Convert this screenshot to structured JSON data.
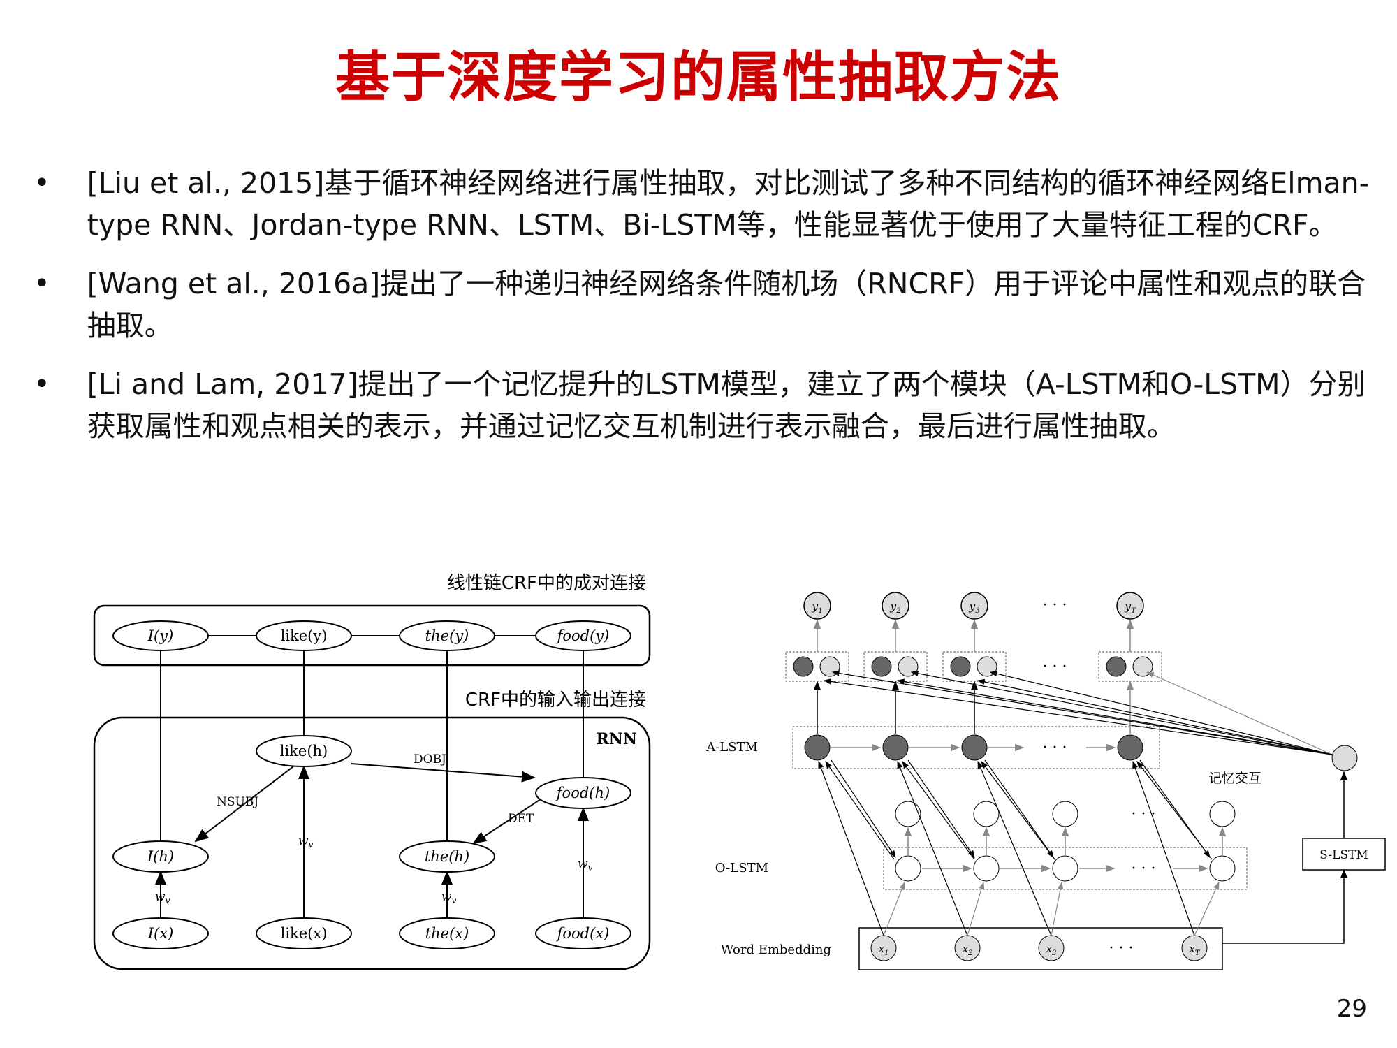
{
  "title": "基于深度学习的属性抽取方法",
  "bullets": [
    {
      "marker": "•",
      "text": "[Liu et al., 2015]基于循环神经网络进行属性抽取，对比测试了多种不同结构的循环神经网络Elman-type RNN、Jordan-type RNN、LSTM、Bi-LSTM等，性能显著优于使用了大量特征工程的CRF。"
    },
    {
      "marker": "•",
      "text": "[Wang et al., 2016a]提出了一种递归神经网络条件随机场（RNCRF）用于评论中属性和观点的联合抽取。"
    },
    {
      "marker": "•",
      "text": "[Li and Lam, 2017]提出了一个记忆提升的LSTM模型，建立了两个模块（A-LSTM和O-LSTM）分别获取属性和观点相关的表示，并通过记忆交互机制进行表示融合，最后进行属性抽取。"
    }
  ],
  "left_figure": {
    "crf_caption": "线性链CRF中的成对连接",
    "io_caption": "CRF中的输入输出连接",
    "rnn_label": "RNN",
    "crf_nodes": [
      "I(y)",
      "like(y)",
      "the(y)",
      "food(y)"
    ],
    "hidden_nodes": {
      "like": "like(h)",
      "food": "food(h)",
      "I": "I(h)",
      "the": "the(h)"
    },
    "input_nodes": [
      "I(x)",
      "like(x)",
      "the(x)",
      "food(x)"
    ],
    "edge_labels": {
      "dobj": "DOBJ",
      "nsubj": "NSUBJ",
      "det": "DET",
      "wv": "w",
      "wv_sub": "v"
    }
  },
  "right_figure": {
    "a_lstm_label": "A-LSTM",
    "o_lstm_label": "O-LSTM",
    "embedding_label": "Word Embedding",
    "memory_label": "记忆交互",
    "s_lstm_label": "S-LSTM",
    "dots": "· · ·",
    "y_a": [
      "y",
      "y",
      "y",
      "y"
    ],
    "y_a_sub": [
      "1",
      "2",
      "3",
      "T"
    ],
    "x_sub": [
      "1",
      "2",
      "3",
      "T"
    ]
  },
  "page_number": "29"
}
